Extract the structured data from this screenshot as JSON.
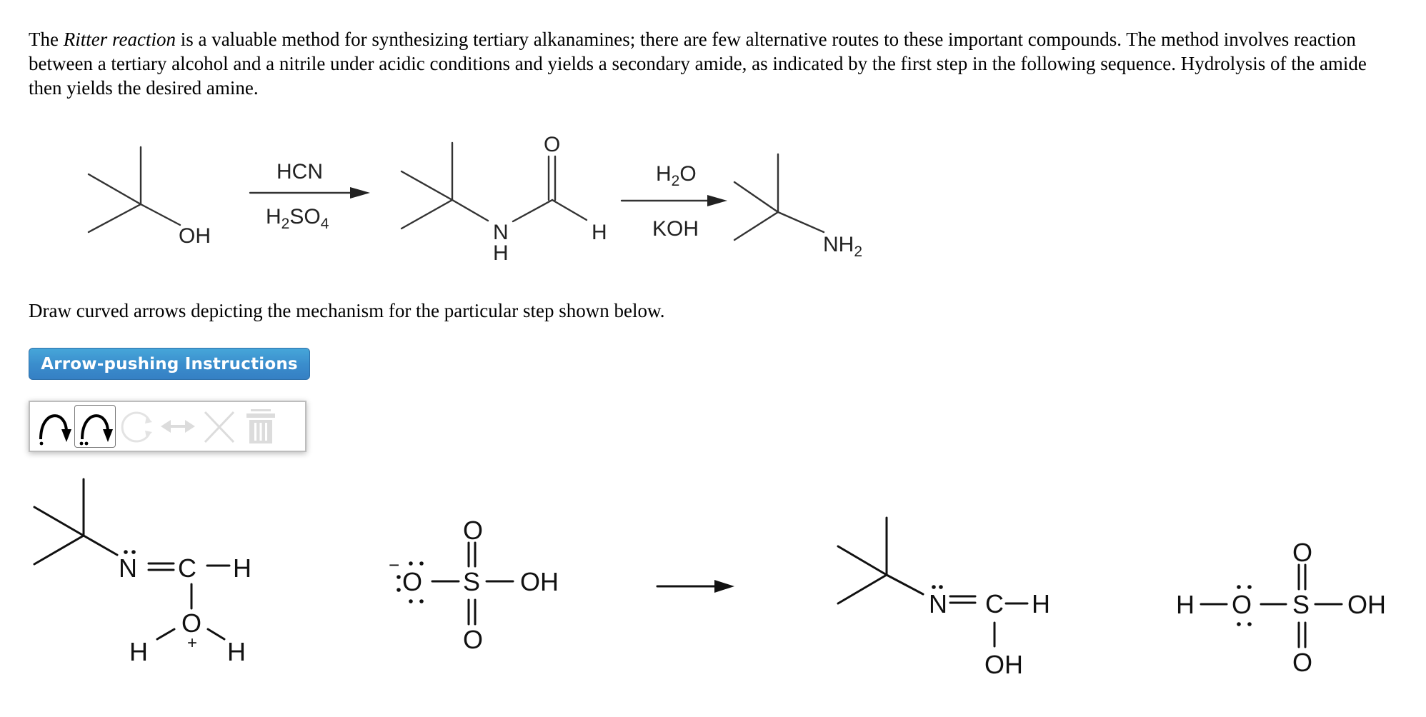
{
  "intro": {
    "part1": "The ",
    "italic": "Ritter reaction",
    "part2": " is a valuable method for synthesizing tertiary alkanamines; there are few alternative routes to these important compounds. The method involves reaction between a tertiary alcohol and a nitrile under acidic conditions and yields a secondary amide, as indicated by the first step in the following sequence. Hydrolysis of the amide then yields the desired amine."
  },
  "scheme": {
    "start_label": "OH",
    "step1": {
      "above": "HCN",
      "below_main": "H",
      "below_sub1": "2",
      "below_mid": "SO",
      "below_sub2": "4"
    },
    "amide": {
      "O": "O",
      "N": "N",
      "NH": "H",
      "H": "H"
    },
    "step2": {
      "above_main": "H",
      "above_sub": "2",
      "above_end": "O",
      "below": "KOH"
    },
    "product": {
      "label": "NH",
      "sub": "2"
    }
  },
  "prompt": "Draw curved arrows depicting the mechanism for the particular step shown below.",
  "help_button": {
    "label": "Arrow-pushing Instructions",
    "color": "#3a8ccc"
  },
  "toolbar": {
    "tools": [
      {
        "name": "single-electron-arrow",
        "state": "enabled"
      },
      {
        "name": "electron-pair-arrow",
        "state": "selected"
      },
      {
        "name": "redo-cycle",
        "state": "disabled"
      },
      {
        "name": "resonance-arrow",
        "state": "disabled"
      },
      {
        "name": "delete",
        "state": "disabled"
      },
      {
        "name": "clear-all",
        "state": "disabled"
      }
    ]
  },
  "mechanism": {
    "reactant1": {
      "N": "N",
      "C": "C",
      "H_right": "H",
      "O": "O",
      "charge": "+",
      "H_left": "H",
      "H_right2": "H"
    },
    "reactant2": {
      "O_charge": "−",
      "O_left": "O",
      "S": "S",
      "OH": "OH",
      "O_top": "O",
      "O_bottom": "O"
    },
    "product1": {
      "N": "N",
      "C": "C",
      "H": "H",
      "OH": "OH"
    },
    "product2": {
      "H": "H",
      "O_left": "O",
      "S": "S",
      "OH": "OH",
      "O_top": "O",
      "O_bottom": "O"
    }
  }
}
